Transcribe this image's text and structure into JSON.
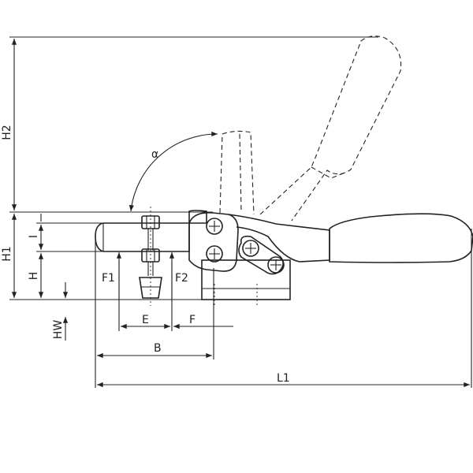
{
  "labels": {
    "alpha": "α",
    "h2": "H2",
    "h1": "H1",
    "i": "I",
    "h": "H",
    "f1": "F1",
    "f2": "F2",
    "hw": "HW",
    "e": "E",
    "f": "F",
    "b": "B",
    "l1": "L1"
  },
  "colors": {
    "line": "#222222",
    "background": "#ffffff"
  }
}
